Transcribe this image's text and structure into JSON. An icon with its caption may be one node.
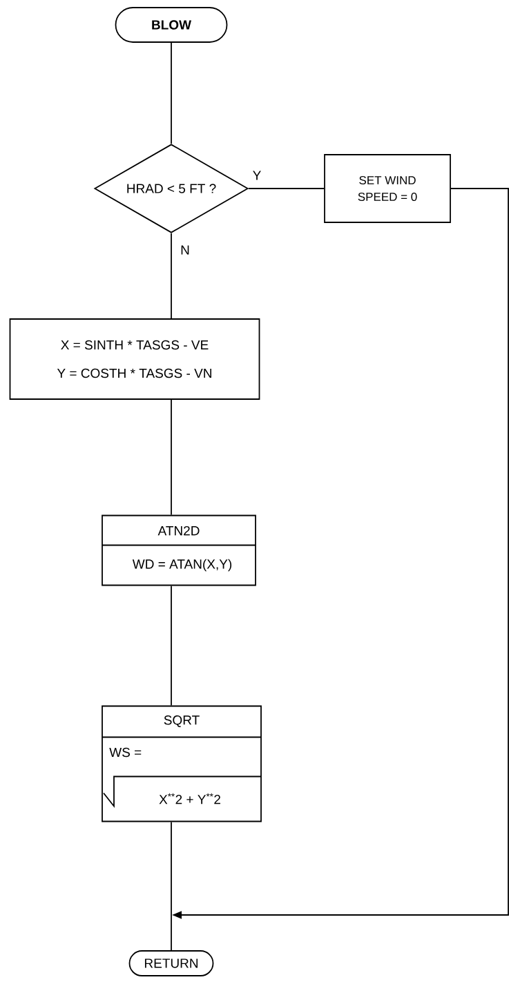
{
  "diagram": {
    "nodes": [
      {
        "text": [
          "BLOW"
        ]
      },
      {
        "text": [
          "HRAD < 5 FT ?"
        ]
      },
      {
        "text": [
          "SET WIND SPEED = 0"
        ]
      },
      {
        "text": [
          "X = SINTH * TASGS - VE",
          "Y = COSTH * TASGS - VN"
        ]
      },
      {
        "text": [
          "ATN2D",
          "WD = ATAN(X,Y)"
        ]
      },
      {
        "text": [
          "SQRT",
          "WS =",
          "X$^{**}$2 + Y$^{**}$2"
        ]
      },
      {
        "text": [
          "RETURN"
        ]
      }
    ],
    "edges": [
      {
        "from": 0,
        "to": 1,
        "arrow": "none"
      },
      {
        "from": 1,
        "to": 2,
        "arrow": "none",
        "label": "Y"
      },
      {
        "from": 1,
        "to": 3,
        "arrow": "none",
        "label": "N"
      },
      {
        "from": 3,
        "to": 4,
        "arrow": "none"
      },
      {
        "from": 4,
        "to": 5,
        "arrow": "none"
      },
      {
        "from": 5,
        "to": 6,
        "arrow": "none"
      },
      {
        "from": 2,
        "to": null,
        "arrow": "to"
      }
    ]
  }
}
